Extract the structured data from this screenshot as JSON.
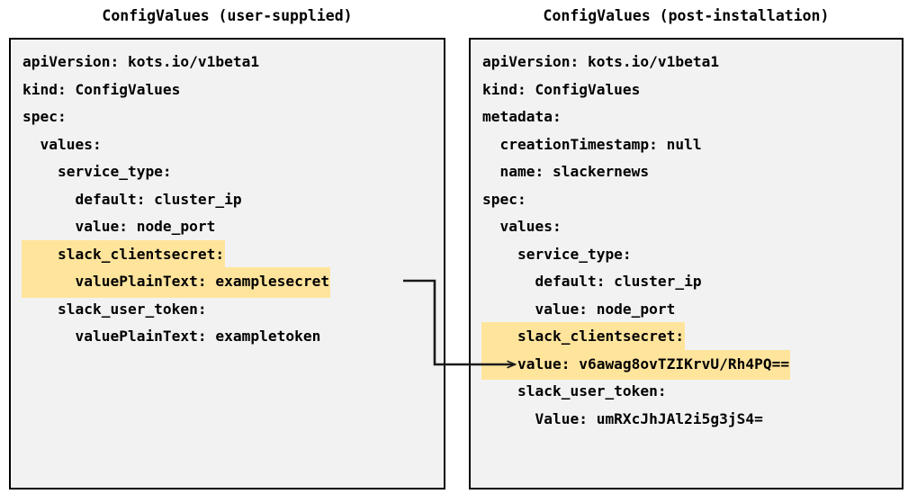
{
  "panels": {
    "left": {
      "title": "ConfigValues (user-supplied)",
      "lines": [
        {
          "text": "apiVersion: kots.io/v1beta1",
          "indent": 0,
          "highlight": false
        },
        {
          "text": "kind: ConfigValues",
          "indent": 0,
          "highlight": false
        },
        {
          "text": "spec:",
          "indent": 0,
          "highlight": false
        },
        {
          "text": "values:",
          "indent": 1,
          "highlight": false
        },
        {
          "text": "service_type:",
          "indent": 2,
          "highlight": false
        },
        {
          "text": "default: cluster_ip",
          "indent": 3,
          "highlight": false
        },
        {
          "text": "value: node_port",
          "indent": 3,
          "highlight": false
        },
        {
          "text": "slack_clientsecret:",
          "indent": 2,
          "highlight": true
        },
        {
          "text": "valuePlainText: examplesecret",
          "indent": 3,
          "highlight": true
        },
        {
          "text": "slack_user_token:",
          "indent": 2,
          "highlight": false
        },
        {
          "text": "valuePlainText: exampletoken",
          "indent": 3,
          "highlight": false
        }
      ]
    },
    "right": {
      "title": "ConfigValues (post-installation)",
      "lines": [
        {
          "text": "apiVersion: kots.io/v1beta1",
          "indent": 0,
          "highlight": false
        },
        {
          "text": "kind: ConfigValues",
          "indent": 0,
          "highlight": false
        },
        {
          "text": "metadata:",
          "indent": 0,
          "highlight": false
        },
        {
          "text": "creationTimestamp: null",
          "indent": 1,
          "highlight": false
        },
        {
          "text": "name: slackernews",
          "indent": 1,
          "highlight": false
        },
        {
          "text": "spec:",
          "indent": 0,
          "highlight": false
        },
        {
          "text": "values:",
          "indent": 1,
          "highlight": false
        },
        {
          "text": "service_type:",
          "indent": 2,
          "highlight": false
        },
        {
          "text": "default: cluster_ip",
          "indent": 3,
          "highlight": false
        },
        {
          "text": "value: node_port",
          "indent": 3,
          "highlight": false
        },
        {
          "text": "slack_clientsecret:",
          "indent": 2,
          "highlight": true
        },
        {
          "text": "value: v6awag8ovTZIKrvU/Rh4PQ==",
          "indent": 2,
          "highlight": true
        },
        {
          "text": "slack_user_token:",
          "indent": 2,
          "highlight": false
        },
        {
          "text": "Value: umRXcJhJAl2i5g3jS4=",
          "indent": 3,
          "highlight": false
        }
      ]
    }
  },
  "connector": {
    "label": "maps-plaintext-secret-to-encrypted-value",
    "from_line": "valuePlainText: examplesecret",
    "to_line": "value: v6awag8ovTZIKrvU/Rh4PQ==",
    "color": "#1a1a1a"
  },
  "colors": {
    "panel_background": "#f2f2f2",
    "panel_border": "#000000",
    "highlight": "#ffe49c",
    "text": "#000000",
    "page_background": "#ffffff"
  }
}
